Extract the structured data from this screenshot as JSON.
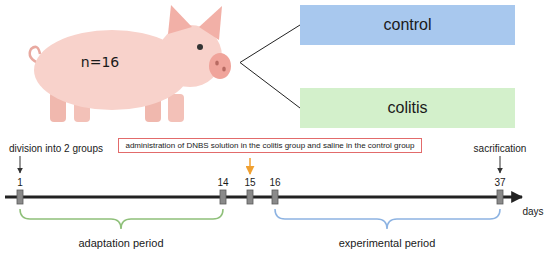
{
  "diagram": {
    "nodes": [
      {
        "text": [
          "n=16"
        ]
      },
      {
        "text": [
          "control"
        ]
      },
      {
        "text": [
          "colitis"
        ]
      },
      {
        "text": [
          "administration of DNBS solution in the colitis group and saline in the control group"
        ]
      }
    ],
    "edges": [
      {
        "from": 0,
        "to": 1,
        "arrow": "none"
      },
      {
        "from": 0,
        "to": 2,
        "arrow": "none"
      }
    ],
    "labels": [
      "division into 2 groups",
      "sacrification",
      "1",
      "14",
      "15",
      "16",
      "37",
      "days",
      "adaptation period",
      "experimental period"
    ]
  }
}
